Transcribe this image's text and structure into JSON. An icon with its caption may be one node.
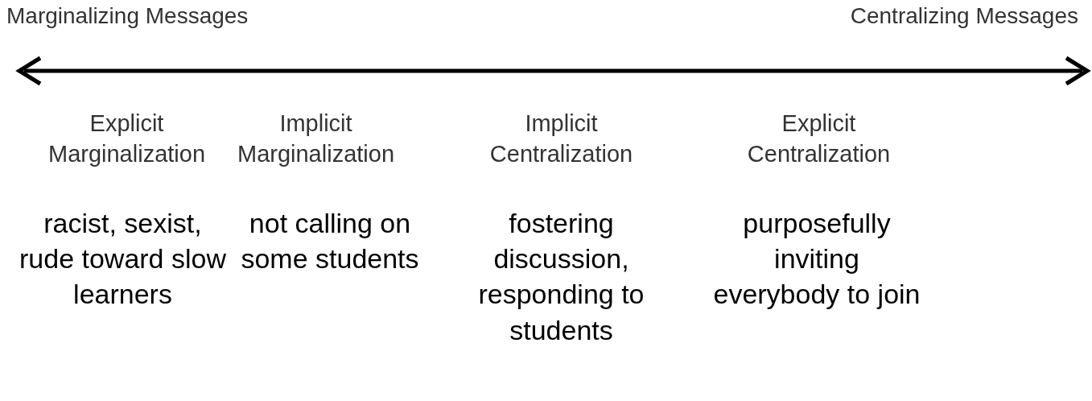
{
  "diagram": {
    "labels": [
      "Marginalizing Messages",
      "Centralizing Messages",
      "Explicit Marginalization",
      "Implicit Marginalization",
      "Implicit Centralization",
      "Explicit Centralization",
      "racist, sexist, rude toward slow learners",
      "not calling on some students",
      "fostering discussion, responding to students",
      "purposefully inviting everybody to join"
    ]
  }
}
